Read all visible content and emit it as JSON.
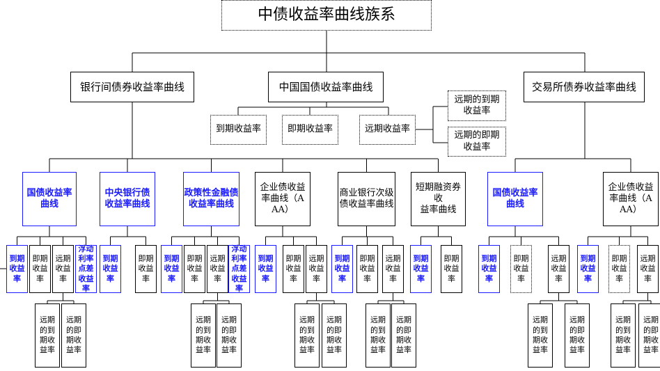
{
  "title": "中债收益率曲线族系",
  "level2": {
    "interbank": "银行间债券收益率曲线",
    "govt": "中国国债收益率曲线",
    "exchange": "交易所债券收益率曲线"
  },
  "govt_children": {
    "ytm": "到期收益率",
    "spot": "即期收益率",
    "forward": "远期收益率",
    "forward_ytm": "远期的到期收益率",
    "forward_spot": "远期的即期收益率"
  },
  "curves": [
    {
      "label": "国债收益率曲线",
      "blue": true
    },
    {
      "label": "中央银行债收益率曲线",
      "blue": true
    },
    {
      "label": "政策性金融债收益率曲线",
      "blue": true
    },
    {
      "label": "企业债收益率曲线（AAA）",
      "blue": false
    },
    {
      "label": "商业银行次级债收益率曲线",
      "blue": false
    },
    {
      "label": "短期融资券收益率曲线",
      "blue": false
    },
    {
      "label": "国债收益率曲线",
      "blue": true
    },
    {
      "label": "企业债收益率曲线（AAA）",
      "blue": false
    }
  ],
  "leaves": {
    "ytm": "到期收益率",
    "spot": "即期收益率",
    "forward": "远期收益率",
    "floating": "浮动利率点差收益率",
    "fwd_ytm": "远期的到期收益率",
    "fwd_spot": "远期的即期收益率"
  }
}
